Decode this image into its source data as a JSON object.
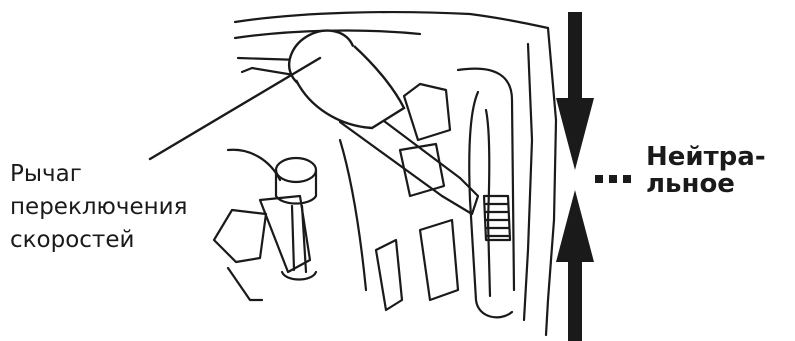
{
  "lever_label": {
    "lines": [
      "Рычаг",
      "переключения",
      "скоростей"
    ]
  },
  "position_label": {
    "lines": [
      "Нейтра-",
      "льное"
    ]
  },
  "colors": {
    "ink": "#1a1a1a",
    "background": "#ffffff"
  }
}
